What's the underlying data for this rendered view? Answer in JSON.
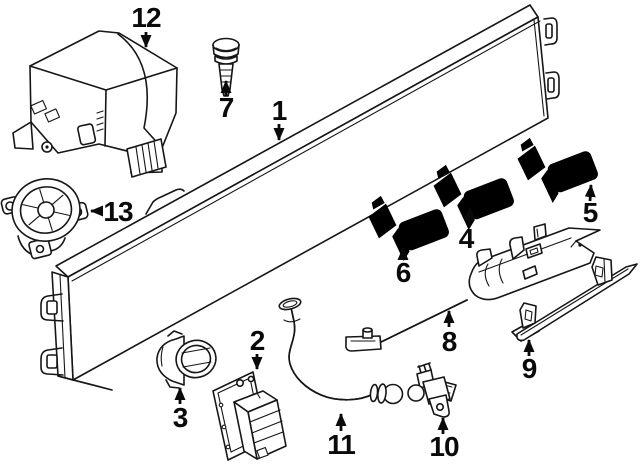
{
  "diagram": {
    "background": "#ffffff",
    "line_color": "#161616",
    "label_color": "#0a0a0a",
    "callouts": [
      {
        "label": "1"
      },
      {
        "label": "2"
      },
      {
        "label": "3"
      },
      {
        "label": "4"
      },
      {
        "label": "5"
      },
      {
        "label": "6"
      },
      {
        "label": "7"
      },
      {
        "label": "8"
      },
      {
        "label": "9"
      },
      {
        "label": "10"
      },
      {
        "label": "11"
      },
      {
        "label": "12"
      },
      {
        "label": "13"
      }
    ]
  }
}
